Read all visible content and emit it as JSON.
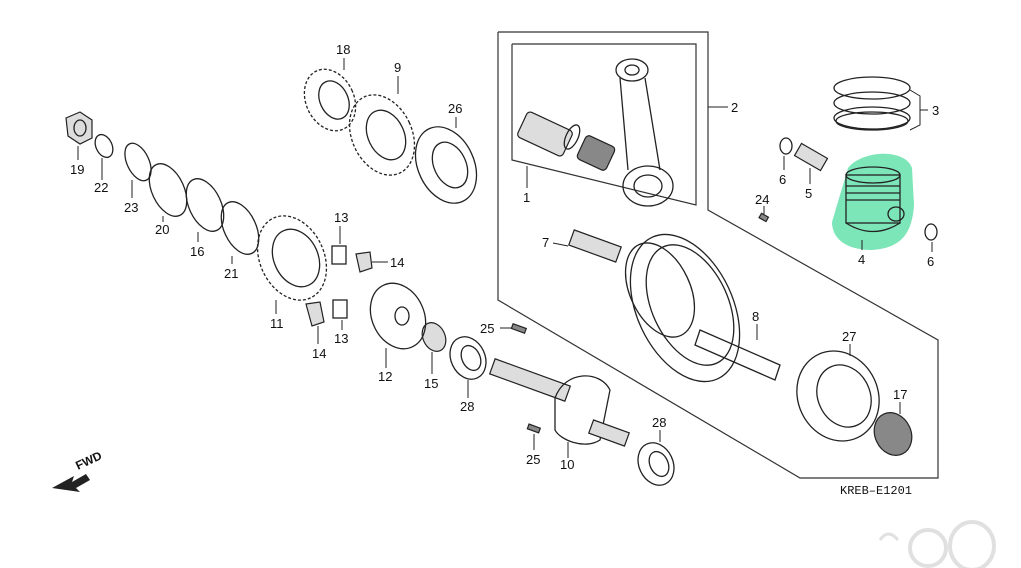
{
  "diagram_code": "KREB–E1201",
  "forward_label": "FWD",
  "highlight_color": "#6fe3b1",
  "parts": [
    {
      "id": "18",
      "label": "18"
    },
    {
      "id": "9",
      "label": "9"
    },
    {
      "id": "26",
      "label": "26"
    },
    {
      "id": "19",
      "label": "19"
    },
    {
      "id": "22",
      "label": "22"
    },
    {
      "id": "23",
      "label": "23"
    },
    {
      "id": "20",
      "label": "20"
    },
    {
      "id": "16",
      "label": "16"
    },
    {
      "id": "21",
      "label": "21"
    },
    {
      "id": "11",
      "label": "11"
    },
    {
      "id": "13a",
      "label": "13"
    },
    {
      "id": "14a",
      "label": "14"
    },
    {
      "id": "13b",
      "label": "13"
    },
    {
      "id": "14b",
      "label": "14"
    },
    {
      "id": "12",
      "label": "12"
    },
    {
      "id": "15",
      "label": "15"
    },
    {
      "id": "28a",
      "label": "28"
    },
    {
      "id": "25a",
      "label": "25"
    },
    {
      "id": "25b",
      "label": "25"
    },
    {
      "id": "10",
      "label": "10"
    },
    {
      "id": "28b",
      "label": "28"
    },
    {
      "id": "1",
      "label": "1"
    },
    {
      "id": "2",
      "label": "2"
    },
    {
      "id": "7",
      "label": "7"
    },
    {
      "id": "8",
      "label": "8"
    },
    {
      "id": "27",
      "label": "27"
    },
    {
      "id": "17",
      "label": "17"
    },
    {
      "id": "3",
      "label": "3"
    },
    {
      "id": "6a",
      "label": "6"
    },
    {
      "id": "5",
      "label": "5"
    },
    {
      "id": "24",
      "label": "24"
    },
    {
      "id": "4",
      "label": "4"
    },
    {
      "id": "6b",
      "label": "6"
    }
  ]
}
